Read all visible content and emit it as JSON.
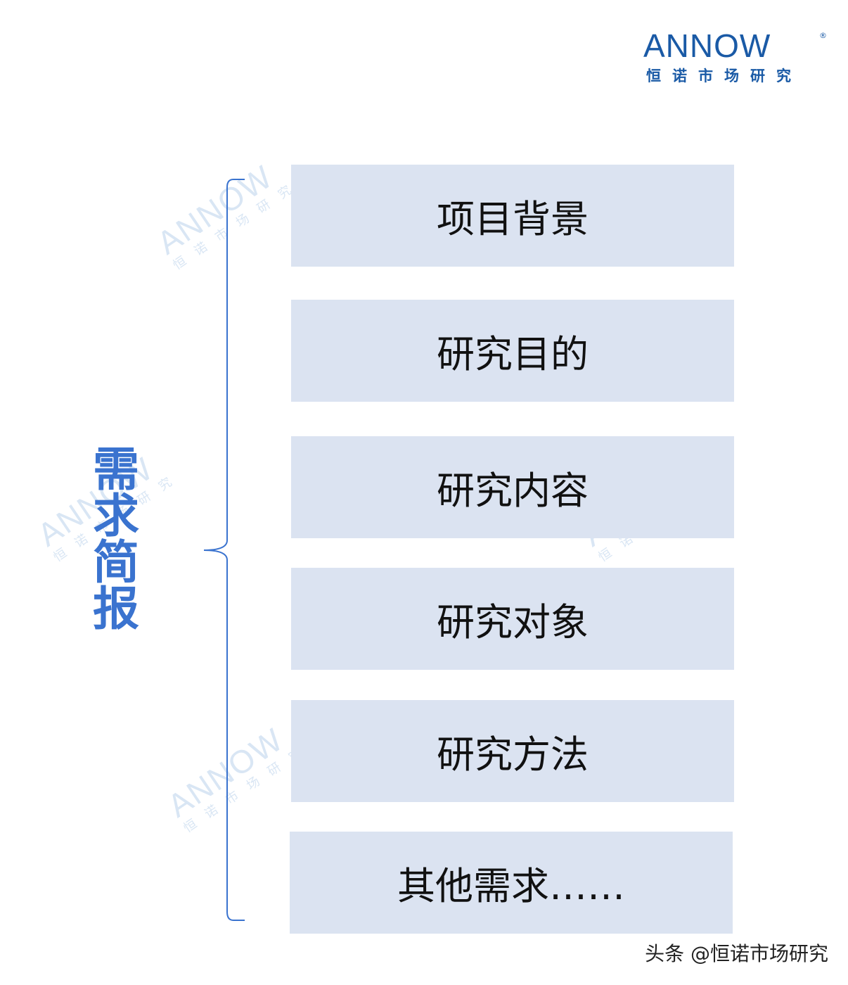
{
  "logo": {
    "word": "ANNOW",
    "registered": "®",
    "subtitle": "恒诺市场研究"
  },
  "title_chars": [
    "需",
    "求",
    "简",
    "报"
  ],
  "items": [
    "项目背景",
    "研究目的",
    "研究内容",
    "研究对象",
    "研究方法",
    "其他需求……"
  ],
  "watermark": {
    "word": "ANNOW",
    "subtitle": "恒诺市场研究"
  },
  "footer": "头条 @恒诺市场研究",
  "colors": {
    "brand": "#1a5aa6",
    "title": "#3a73cf",
    "box_bg": "#dbe3f1",
    "brace": "#3a73cf"
  }
}
